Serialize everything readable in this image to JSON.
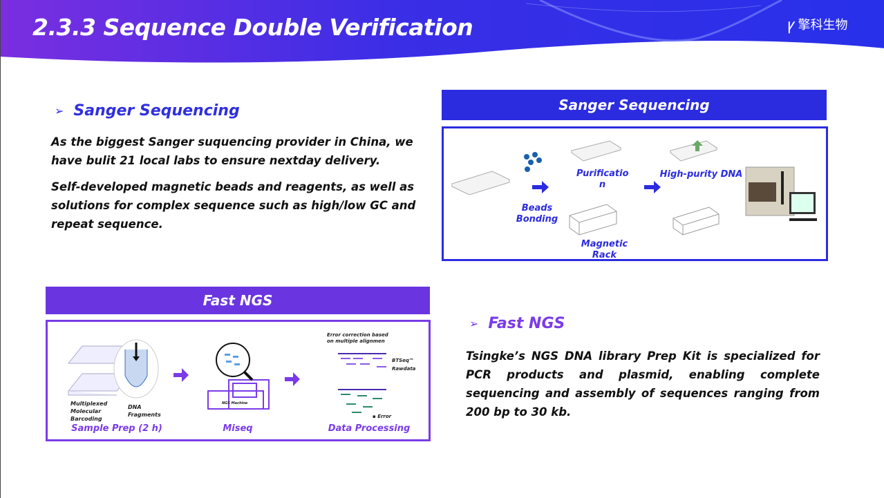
{
  "header": {
    "title": "2.3.3  Sequence Double Verification",
    "logo_text": "擎科生物"
  },
  "sanger": {
    "heading": "Sanger  Sequencing",
    "paragraphs": [
      "As the biggest Sanger suquencing provider in China, we have bulit 21 local labs to ensure nextday delivery.",
      "Self-developed magnetic beads and reagents, as well as solutions for complex sequence such as high/low GC and repeat sequence."
    ],
    "panel_title": "Sanger Sequencing",
    "diagram": {
      "beads": "Beads Bonding",
      "purification": "Purificatio n",
      "magnetic": "Magnetic Rack",
      "high_purity": "High-purity DNA"
    }
  },
  "ngs": {
    "heading": "Fast NGS",
    "paragraph": "Tsingke’s NGS DNA library Prep Kit is specialized for PCR products and plasmid, enabling complete sequencing and assembly of sequences ranging from 200 bp to 30 kb.",
    "panel_title": "Fast NGS",
    "diagram": {
      "barcoding": "Multiplexed Molecular Barcoding",
      "fragments": "DNA Fragments",
      "ngs_machine": "NGS Machine",
      "error_corr": "Error correction based on multiple alignmen",
      "btseq": "BTSeq™ Rawdata",
      "error": "Error",
      "step1": "Sample  Prep (2 h)",
      "step2": "Miseq",
      "step3": "Data Processing"
    }
  },
  "colors": {
    "blue": "#2b2be0",
    "purple": "#6a35e0"
  }
}
